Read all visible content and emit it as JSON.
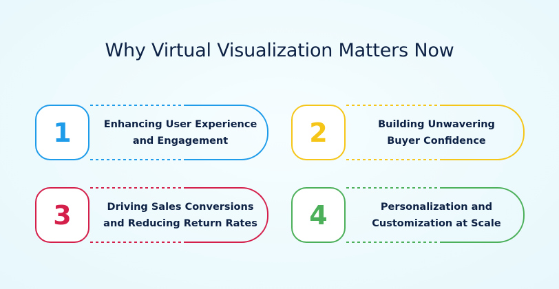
{
  "title": "Why Virtual Visualization Matters Now",
  "cards": [
    {
      "number": "1",
      "line1": "Enhancing User Experience",
      "line2": "and Engagement",
      "color": "#1e9be9"
    },
    {
      "number": "2",
      "line1": "Building Unwavering",
      "line2": "Buyer Confidence",
      "color": "#f5c518"
    },
    {
      "number": "3",
      "line1": "Driving Sales Conversions",
      "line2": "and Reducing Return Rates",
      "color": "#d41f4b"
    },
    {
      "number": "4",
      "line1": "Personalization and",
      "line2": "Customization at Scale",
      "color": "#4cb05a"
    }
  ],
  "colors": {
    "text": "#0d2144",
    "background": "#eefafd"
  }
}
